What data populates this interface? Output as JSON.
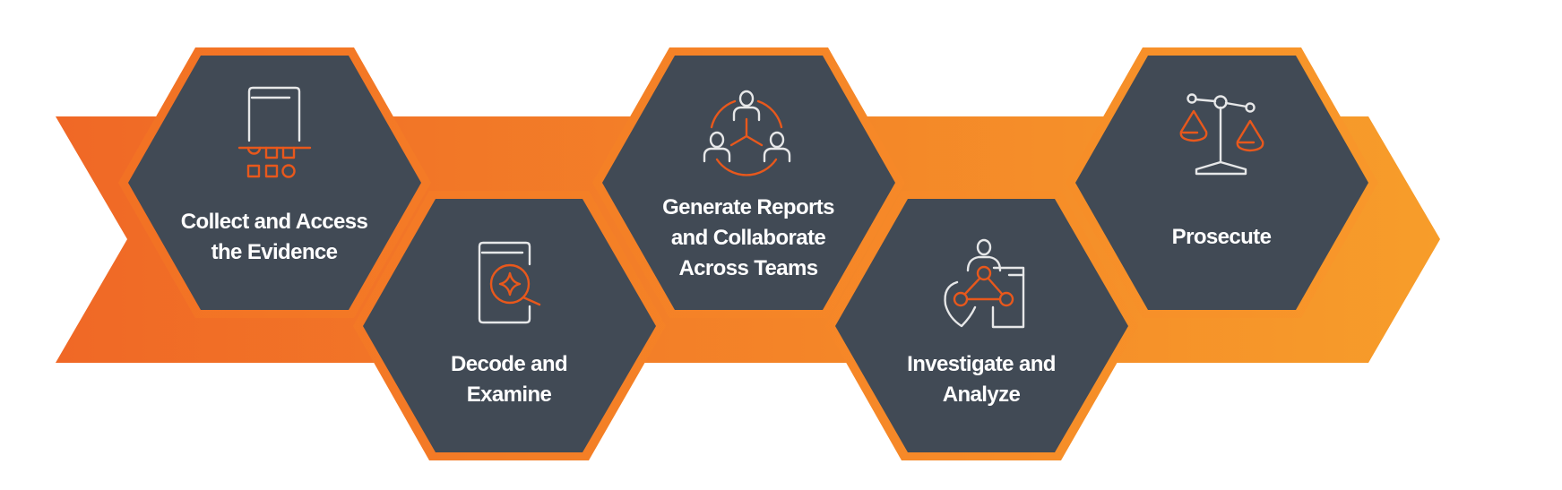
{
  "colors": {
    "band_start": "#F06826",
    "band_end": "#F79D2A",
    "hex_fill": "#414A55",
    "icon_white": "#E6E7E8",
    "icon_orange": "#E8581C",
    "text": "#FFFFFF"
  },
  "steps": [
    {
      "id": "collect",
      "lines": [
        "Collect and Access",
        "the Evidence"
      ],
      "icon": "phone-data-extraction-icon"
    },
    {
      "id": "decode",
      "lines": [
        "Decode and",
        "Examine"
      ],
      "icon": "phone-search-icon"
    },
    {
      "id": "report",
      "lines": [
        "Generate Reports",
        "and Collaborate",
        "Across Teams"
      ],
      "icon": "team-collaboration-icon"
    },
    {
      "id": "investigate",
      "lines": [
        "Investigate and",
        "Analyze"
      ],
      "icon": "investigator-network-icon"
    },
    {
      "id": "prosecute",
      "lines": [
        "Prosecute"
      ],
      "icon": "scales-of-justice-icon"
    }
  ]
}
